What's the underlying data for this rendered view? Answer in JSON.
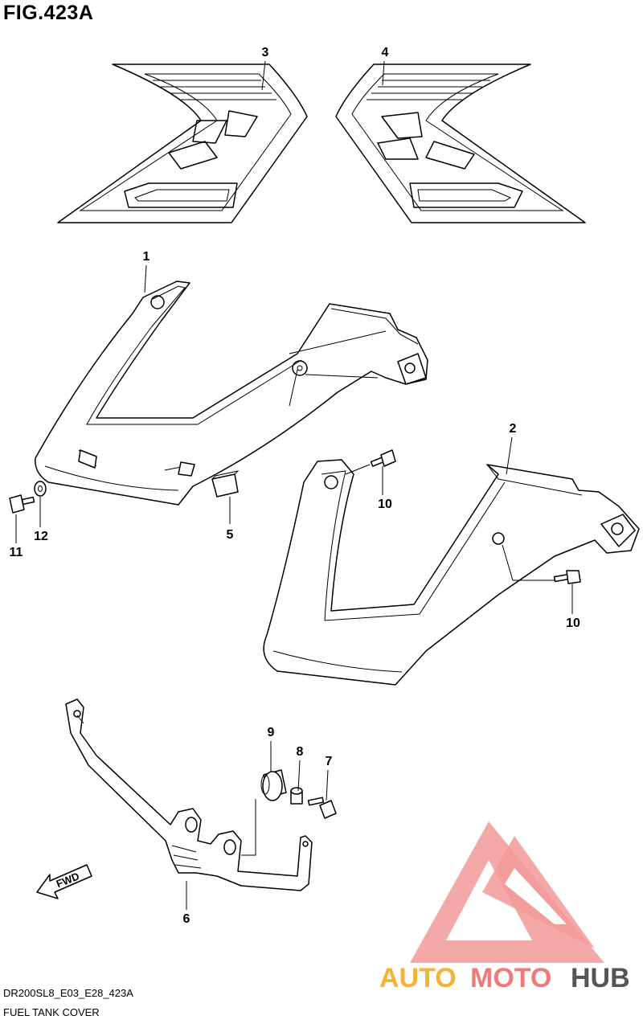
{
  "figure": {
    "title": "FIG.423A"
  },
  "callouts": {
    "c1": "1",
    "c2": "2",
    "c3": "3",
    "c4": "4",
    "c5": "5",
    "c6": "6",
    "c7": "7",
    "c8": "8",
    "c9": "9",
    "c10a": "10",
    "c10b": "10",
    "c11": "11",
    "c12": "12"
  },
  "fwd_arrow": {
    "label": "FWD"
  },
  "footer": {
    "code": "DR200SL8_E03_E28_423A",
    "description": "FUEL TANK COVER"
  },
  "watermark": {
    "part1": "AUTO",
    "part2": "MOTO",
    "part3": "HUB",
    "colors": {
      "logo": "#f08a8a",
      "auto": "#f5b335",
      "moto": "#f07a7a",
      "hub": "#555555"
    }
  }
}
